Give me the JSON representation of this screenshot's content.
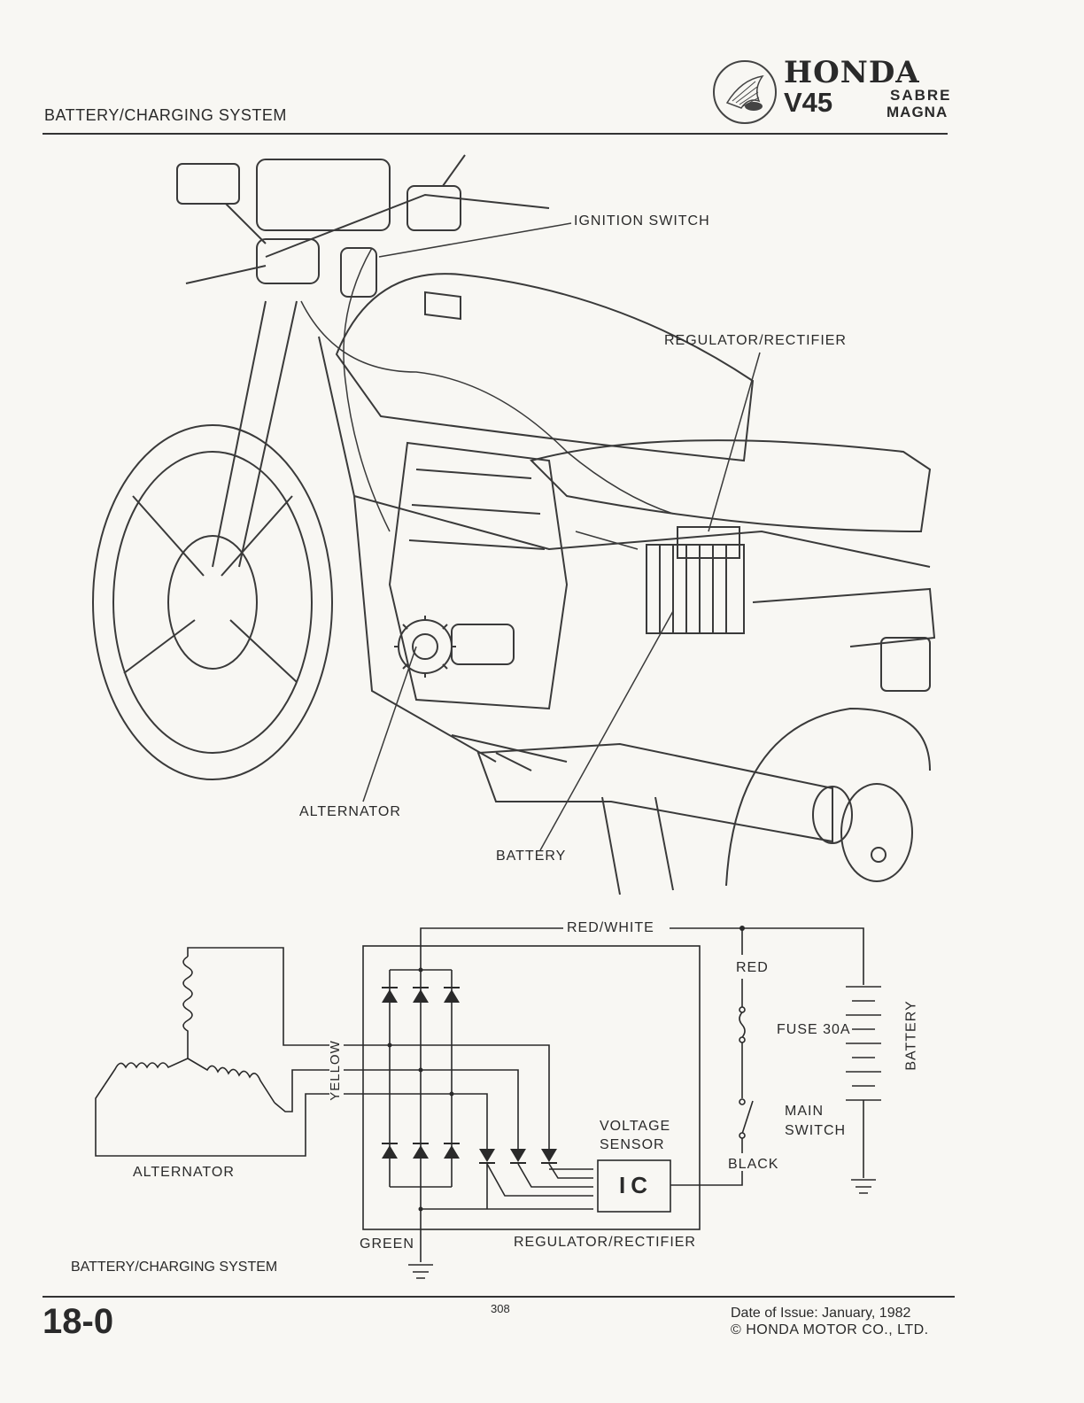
{
  "header": {
    "section_title": "BATTERY/CHARGING SYSTEM",
    "brand": "HONDA",
    "model": "V45",
    "variant_1": "SABRE",
    "variant_2": "MAGNA"
  },
  "illustration": {
    "callouts": {
      "ignition_switch": "IGNITION SWITCH",
      "regulator_rectifier": "REGULATOR/RECTIFIER",
      "alternator": "ALTERNATOR",
      "battery": "BATTERY"
    }
  },
  "schematic": {
    "labels": {
      "red_white": "RED/WHITE",
      "red": "RED",
      "fuse": "FUSE 30A",
      "battery": "BATTERY",
      "main_switch_1": "MAIN",
      "main_switch_2": "SWITCH",
      "black": "BLACK",
      "voltage_sensor_1": "VOLTAGE",
      "voltage_sensor_2": "SENSOR",
      "ic": "IC",
      "yellow": "YELLOW",
      "alternator": "ALTERNATOR",
      "green": "GREEN",
      "regulator_rectifier": "REGULATOR/RECTIFIER"
    },
    "caption": "BATTERY/CHARGING SYSTEM"
  },
  "footer": {
    "page_number": "18-0",
    "sheet_number": "308",
    "issue_date": "Date of Issue: January, 1982",
    "copyright": "© HONDA MOTOR CO., LTD."
  },
  "colors": {
    "ink": "#2a2a2a",
    "paper": "#f8f7f3"
  }
}
